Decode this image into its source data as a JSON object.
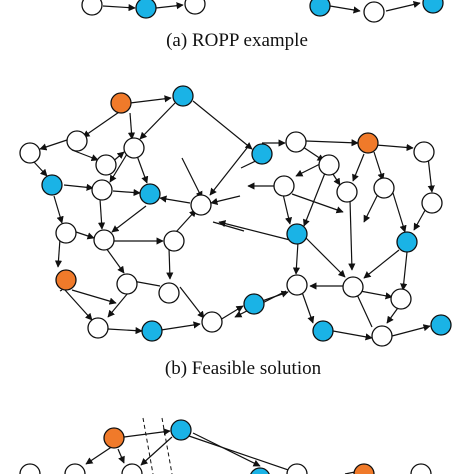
{
  "captions": {
    "a": "(a) ROPP example",
    "b": "(b) Feasible solution"
  },
  "colors": {
    "white_node": "#ffffff",
    "blue_node": "#1ab3e6",
    "orange_node": "#f07a2a",
    "stroke": "#111111"
  },
  "panels": [
    "ropp-example",
    "feasible-solution",
    "third-panel-partial"
  ]
}
